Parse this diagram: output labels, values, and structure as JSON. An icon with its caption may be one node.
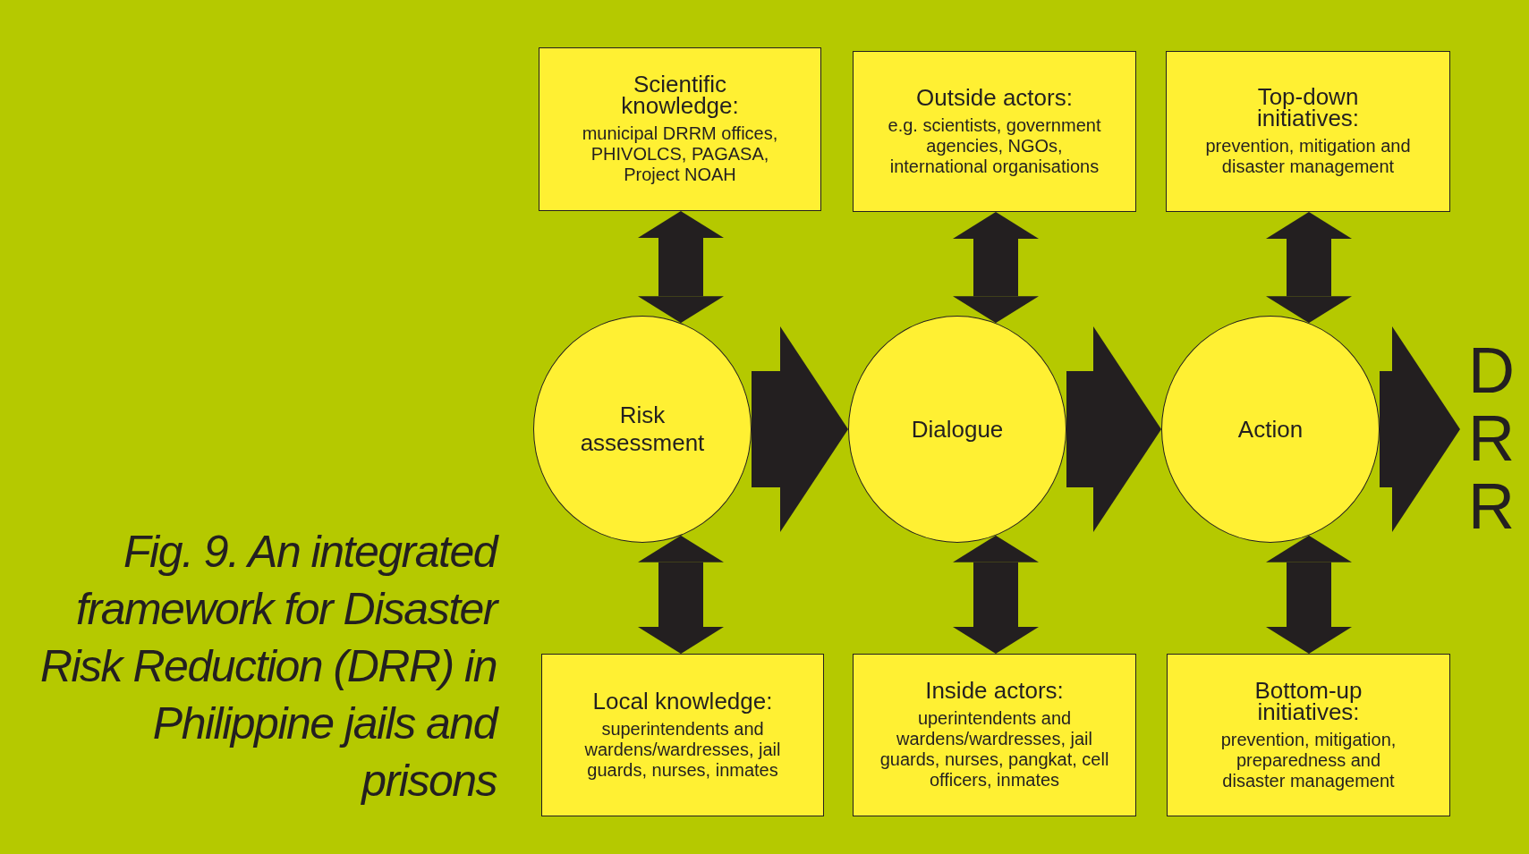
{
  "diagram": {
    "caption": "Fig. 9. An integrated framework for Disaster Risk Reduction (DRR) in Philippine jails and prisons",
    "nodes": [
      {
        "text": [
          "Scientific knowledge:",
          "municipal DRRM offices, PHIVOLCS, PAGASA, Project NOAH"
        ]
      },
      {
        "text": [
          "Outside actors:",
          "e.g. scientists, government agencies, NGOs, international organisations"
        ]
      },
      {
        "text": [
          "Top-down initiatives:",
          "prevention, mitigation and disaster management"
        ]
      },
      {
        "text": [
          "Risk assessment"
        ]
      },
      {
        "text": [
          "Dialogue"
        ]
      },
      {
        "text": [
          "Action"
        ]
      },
      {
        "text": [
          "DRR"
        ]
      },
      {
        "text": [
          "Local knowledge:",
          "superintendents and wardens/wardresses, jail guards, nurses, inmates"
        ]
      },
      {
        "text": [
          "Inside actors:",
          "uperintendents and wardens/wardresses, jail guards, nurses, pangkat, cell officers, inmates"
        ]
      },
      {
        "text": [
          "Bottom-up initiatives:",
          "prevention, mitigation, preparedness and disaster management"
        ]
      }
    ],
    "edges": [
      {
        "from": 0,
        "to": 3,
        "arrow": "both"
      },
      {
        "from": 1,
        "to": 4,
        "arrow": "both"
      },
      {
        "from": 2,
        "to": 5,
        "arrow": "both"
      },
      {
        "from": 3,
        "to": 4,
        "arrow": "to",
        "style": "thick"
      },
      {
        "from": 4,
        "to": 5,
        "arrow": "to",
        "style": "thick"
      },
      {
        "from": 5,
        "to": 6,
        "arrow": "to",
        "style": "thick"
      },
      {
        "from": 3,
        "to": 7,
        "arrow": "both"
      },
      {
        "from": 4,
        "to": 8,
        "arrow": "both"
      },
      {
        "from": 5,
        "to": 9,
        "arrow": "both"
      }
    ]
  }
}
